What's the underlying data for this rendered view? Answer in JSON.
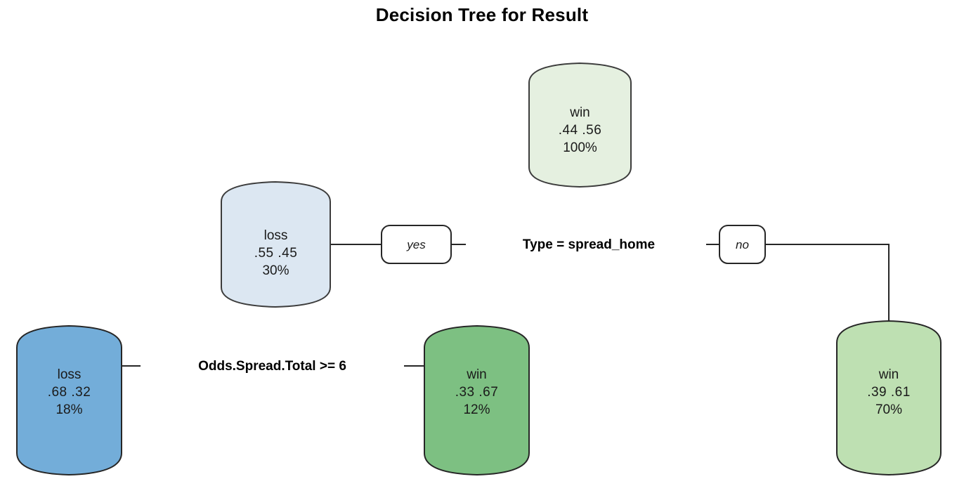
{
  "title": "Decision Tree for Result",
  "chart_data": {
    "type": "diagram",
    "diagram_type": "decision-tree",
    "title": "Decision Tree for Result",
    "target": "Result",
    "classes": [
      "loss",
      "win"
    ],
    "nodes": [
      {
        "id": "root",
        "predicted_class": "win",
        "probabilities": ".44  .56",
        "prob_loss": 0.44,
        "prob_win": 0.56,
        "percent": "100%",
        "fill": "#e5f0e0",
        "role": "root"
      },
      {
        "id": "node-yes",
        "predicted_class": "loss",
        "probabilities": ".55  .45",
        "prob_loss": 0.55,
        "prob_win": 0.45,
        "percent": "30%",
        "fill": "#dce7f2",
        "role": "internal"
      },
      {
        "id": "leaf-loss-18",
        "predicted_class": "loss",
        "probabilities": ".68  .32",
        "prob_loss": 0.68,
        "prob_win": 0.32,
        "percent": "18%",
        "fill": "#73add9",
        "role": "leaf"
      },
      {
        "id": "leaf-win-12",
        "predicted_class": "win",
        "probabilities": ".33  .67",
        "prob_loss": 0.33,
        "prob_win": 0.67,
        "percent": "12%",
        "fill": "#7dc082",
        "role": "leaf"
      },
      {
        "id": "leaf-win-70",
        "predicted_class": "win",
        "probabilities": ".39  .61",
        "prob_loss": 0.39,
        "prob_win": 0.61,
        "percent": "70%",
        "fill": "#bee0b2",
        "role": "leaf"
      }
    ],
    "splits": [
      {
        "id": "split-type",
        "condition": "Type = spread_home",
        "yes_label": "yes",
        "no_label": "no"
      },
      {
        "id": "split-odds",
        "condition": "Odds.Spread.Total >= 6"
      }
    ],
    "colors": {
      "root_fill": "#e5f0e0",
      "node_yes_fill": "#dce7f2",
      "leaf_loss_fill": "#73add9",
      "leaf_win_mid_fill": "#7dc082",
      "leaf_win_light_fill": "#bee0b2",
      "stroke": "#3c3c3c",
      "text": "#1a1a1a",
      "background": "#ffffff"
    }
  },
  "nodes": {
    "root": {
      "class_label": "win",
      "probabilities": ".44  .56",
      "percent": "100%"
    },
    "node_yes": {
      "class_label": "loss",
      "probabilities": ".55  .45",
      "percent": "30%"
    },
    "leaf_loss": {
      "class_label": "loss",
      "probabilities": ".68  .32",
      "percent": "18%"
    },
    "leaf_win_mid": {
      "class_label": "win",
      "probabilities": ".33  .67",
      "percent": "12%"
    },
    "leaf_win_light": {
      "class_label": "win",
      "probabilities": ".39  .61",
      "percent": "70%"
    }
  },
  "splits": {
    "type_split": "Type = spread_home",
    "odds_split": "Odds.Spread.Total >= 6",
    "yes": "yes",
    "no": "no"
  }
}
